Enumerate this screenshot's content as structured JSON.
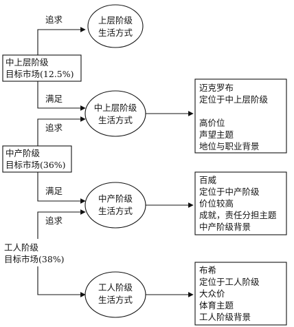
{
  "markets": [
    {
      "lines": [
        "中上层阶级",
        "目标市场(12.5%)"
      ]
    },
    {
      "lines": [
        "中产阶级",
        "目标市场(36%)"
      ]
    },
    {
      "lines": [
        "工人阶级",
        "目标市场(38%)"
      ]
    }
  ],
  "lifestyles": [
    {
      "lines": [
        "上层阶级",
        "生活方式"
      ]
    },
    {
      "lines": [
        "中上层阶级",
        "生活方式"
      ]
    },
    {
      "lines": [
        "中产阶级",
        "生活方式"
      ]
    },
    {
      "lines": [
        "工人阶级",
        "生活方式"
      ]
    }
  ],
  "brands": [
    {
      "lines": [
        "迈克罗布",
        "定位于中上层阶级",
        "",
        "高价位",
        "声望主题",
        "地位与职业背景"
      ]
    },
    {
      "lines": [
        "百威",
        "定位于中产阶级",
        "价位较高",
        "成就，责任分担主题",
        "中产阶级背景"
      ]
    },
    {
      "lines": [
        "布希",
        "定位于工人阶级",
        "大众价",
        "体育主题",
        "工人阶级背景"
      ]
    }
  ],
  "arrow_labels": {
    "pursue": "追求",
    "satisfy": "满足"
  }
}
